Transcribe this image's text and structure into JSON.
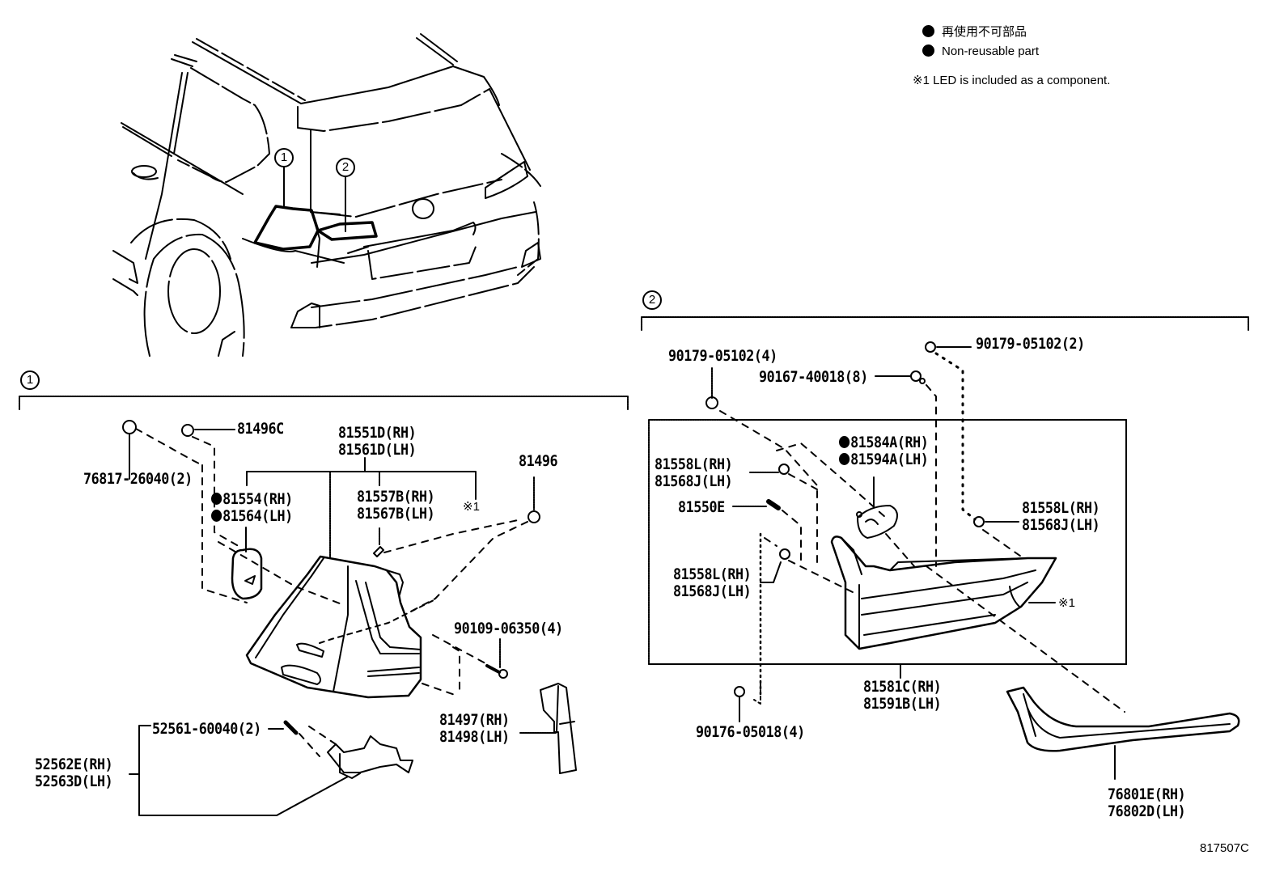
{
  "legend": {
    "items": [
      {
        "icon": "filled-circle-icon",
        "text": "再使用不可部品"
      },
      {
        "icon": "filled-circle-icon",
        "text": "Non-reusable part"
      }
    ],
    "note": "※1 LED is included as a component."
  },
  "overview": {
    "callouts": [
      "1",
      "2"
    ]
  },
  "section1": {
    "callout": "1",
    "labels": {
      "p76817": "76817-26040(2)",
      "p81496C": "81496C",
      "p81551D": "81551D(RH)",
      "p81561D": "81561D(LH)",
      "p81554": "81554(RH)",
      "p81564": "81564(LH)",
      "p81557B": "81557B(RH)",
      "p81567B": "81567B(LH)",
      "led_mark": "※1",
      "p81496": "81496",
      "p90109": "90109-06350(4)",
      "p52561": "52561-60040(2)",
      "p52562E": "52562E(RH)",
      "p52563D": "52563D(LH)",
      "p81497": "81497(RH)",
      "p81498": "81498(LH)"
    }
  },
  "section2": {
    "callout": "2",
    "labels": {
      "p90179_4": "90179-05102(4)",
      "p90179_2": "90179-05102(2)",
      "p90167": "90167-40018(8)",
      "p81584A": "81584A(RH)",
      "p81594A": "81594A(LH)",
      "p81558L_a": "81558L(RH)",
      "p81568J_a": "81568J(LH)",
      "p81550E": "81550E",
      "p81558L_b": "81558L(RH)",
      "p81568J_b": "81568J(LH)",
      "p81558L_c": "81558L(RH)",
      "p81568J_c": "81568J(LH)",
      "led_mark": "※1",
      "p81581C": "81581C(RH)",
      "p81591B": "81591B(LH)",
      "p90176": "90176-05018(4)",
      "p76801E": "76801E(RH)",
      "p76802D": "76802D(LH)"
    }
  },
  "illustration_code": "817507C"
}
